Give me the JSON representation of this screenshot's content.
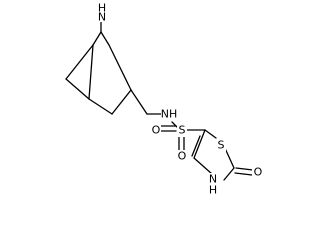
{
  "molecule": {
    "atoms": {
      "bridge_n": "N",
      "bridge_h": "H",
      "sulfonamide_nh": "NH",
      "sulfonyl_s": "S",
      "sulfonyl_o1": "O",
      "sulfonyl_o2": "O",
      "ring_s": "S",
      "ring_nh": "N",
      "ring_h": "H",
      "carbonyl_o": "O"
    }
  }
}
